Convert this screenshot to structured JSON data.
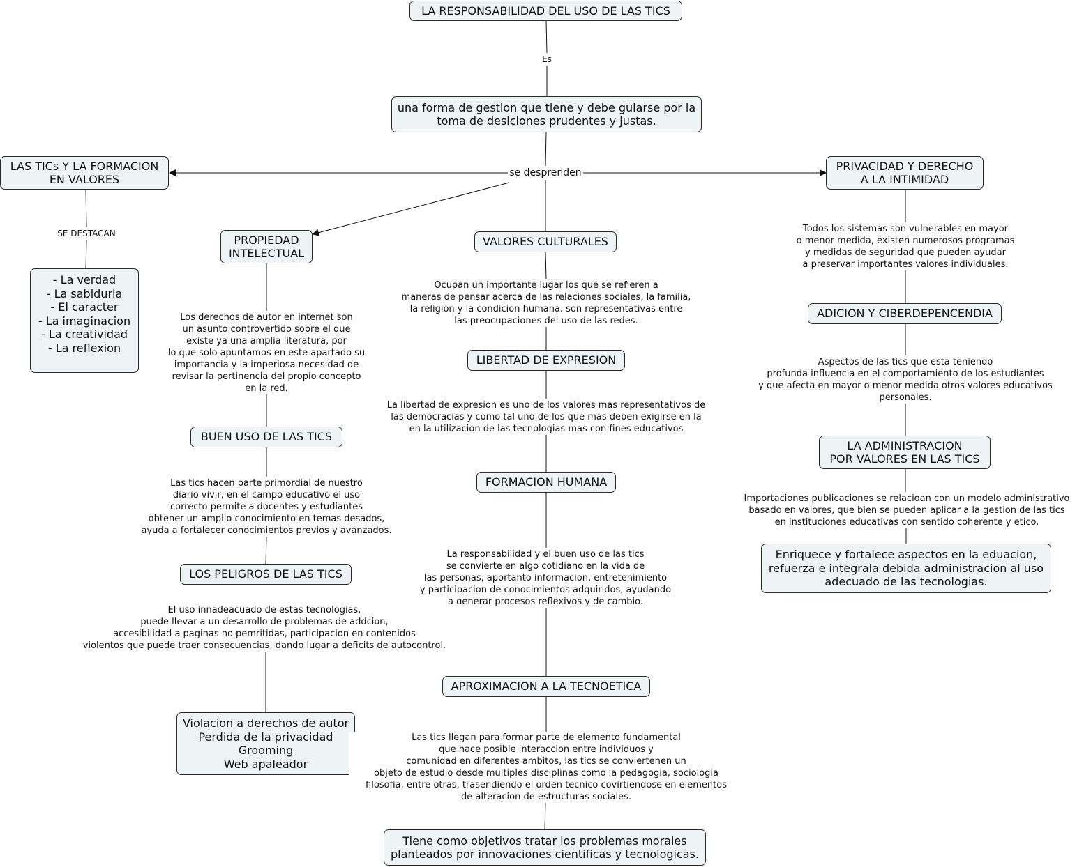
{
  "nodes": {
    "root": "LA RESPONSABILIDAD DEL USO DE LAS TICS",
    "forma": "una forma de gestion que tiene y debe guiarse por la\ntoma de desiciones prudentes y justas.",
    "formacion_valores": "LAS TICs Y LA FORMACION\nEN VALORES",
    "privacidad": "PRIVACIDAD Y DERECHO\nA LA INTIMIDAD",
    "propiedad": "PROPIEDAD\nINTELECTUAL",
    "valores_culturales": "VALORES CULTURALES",
    "valores_lista": "- La verdad\n- La sabiduria\n- El caracter\n- La imaginacion\n- La creatividad\n- La reflexion",
    "adicion": "ADICION Y CIBERDEPENCENDIA",
    "libertad": "LIBERTAD DE EXPRESION",
    "buen_uso": "BUEN USO DE LAS TICS",
    "administracion": "LA ADMINISTRACION\nPOR VALORES EN LAS TICS",
    "formacion_humana": "FORMACION HUMANA",
    "peligros": "LOS PELIGROS DE LAS TICS",
    "enriquece": "Enriquece y fortalece aspectos en la eduacion,\nrefuerza e integrala debida administracion al uso\nadecuado de las tecnologias.",
    "tecnoetica": "APROXIMACION A LA TECNOETICA",
    "violacion": "Violacion a derechos de autor\nPerdida de la privacidad\nGrooming\nWeb apaleador",
    "objetivos": "Tiene como objetivos tratar los problemas morales\nplanteados por innovaciones cientificas y tecnologicas."
  },
  "labels": {
    "es": "Es",
    "se_desprenden": "se desprenden",
    "se_destacan": "SE DESTACAN",
    "vulnerables": "Todos los sistemas son vulnerables en mayor\no menor medida, existen numerosos programas\ny medidas de seguridad que pueden ayudar\na preservar importantes valores individuales.",
    "ocupan": "Ocupan un importante lugar los que se refieren a\nmaneras de pensar acerca de las relaciones sociales, la familia,\nla religion y la condicion humana. son representativas entre\nlas preocupaciones del uso de las redes.",
    "derechos_autor": "Los derechos de autor en internet son\nun asunto controvertido sobre el que\nexiste ya una amplia literatura, por\nlo que solo apuntamos en este apartado su\nimportancia y la imperiosa necesidad de\nrevisar la pertinencia del propio concepto\nen la red.",
    "aspectos": "Aspectos de las tics que esta teniendo\nprofunda influencia en el comportamiento de los estudiantes\ny que afecta en mayor o menor medida otros valores educativos\npersonales.",
    "libertad_texto": "La libertad de expresion es uno de los valores mas representativos de\nlas democracias y como tal uno de los que mas deben exigirse en la\nen la utilizacion de las tecnologias mas con fines educativos",
    "tics_parte": "Las tics hacen parte primordial de nuestro\ndiario vivir, en el campo educativo el uso\ncorrecto permite a docentes y estudiantes\nobtener un amplio conocimiento en temas desados,\nayuda a fortalecer conocimientos previos y avanzados.",
    "importaciones": "Importaciones publicaciones se relacioan con un modelo administrativo\nbasado en valores, que bien se pueden aplicar a la gestion de las tics\nen instituciones educativas con sentido coherente y etico.",
    "responsabilidad": "La responsabilidad y el buen uso de las tics\nse convierte en algo cotidiano en la vida de\nlas personas, aportanto informacion, entretenimiento\ny participacion de conocimientos adquiridos, ayudando\na generar procesos reflexivos y de cambio.",
    "uso_inadecuado": "El uso innadeacuado de estas tecnologias,\npuede llevar a un desarrollo de problemas de addcion,\naccesibilidad a paginas no pemritidas, participacion en contenidos\nviolentos que puede traer consecuencias, dando lugar a deficits de autocontrol.",
    "tics_llegan": "Las tics llegan para formar parte de elemento fundamental\nque hace posible interaccion entre individuos y\ncomunidad en diferentes ambitos, las tics se conviertenen un\nobjeto de estudio desde multiples disciplinas como la pedagogia, sociologia\nfilosofia, entre otras, trasendiendo el orden tecnico covirtiendose en elementos\nde alteracion de estructuras sociales."
  },
  "colors": {
    "node_fill": "#eef3f5",
    "border": "#2a2a2a",
    "line": "#111111"
  }
}
